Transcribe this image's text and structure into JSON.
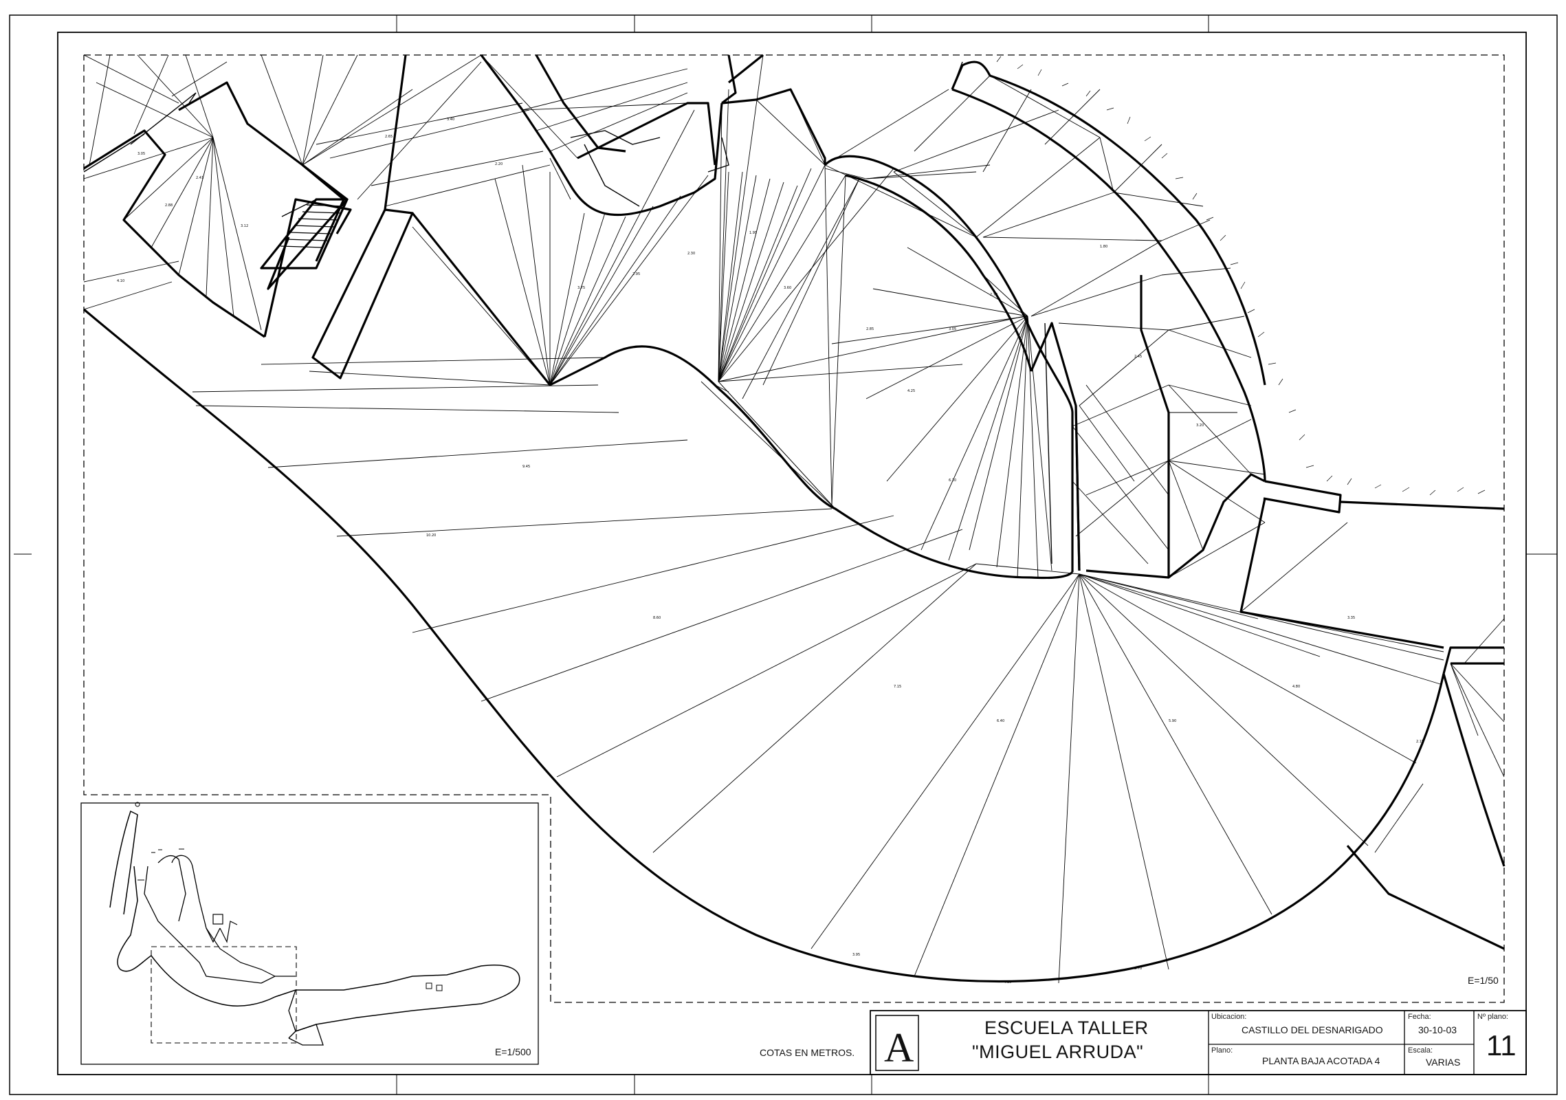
{
  "drawing": {
    "main_scale": "E=1/50",
    "key_plan_scale": "E=1/500",
    "units_note": "COTAS EN METROS."
  },
  "title_block": {
    "school_line1": "ESCUELA TALLER",
    "school_line2": "\"MIGUEL ARRUDA\"",
    "logo_letter": "A",
    "location_label": "Ubicacion:",
    "location_value": "CASTILLO DEL DESNARIGADO",
    "plan_label": "Plano:",
    "plan_value": "PLANTA BAJA ACOTADA 4",
    "date_label": "Fecha:",
    "date_value": "30-10-03",
    "scale_label": "Escala:",
    "scale_value": "VARIAS",
    "sheet_label": "Nº plano:",
    "sheet_value": "11"
  },
  "colors": {
    "line": "#000000",
    "paper": "#ffffff"
  }
}
